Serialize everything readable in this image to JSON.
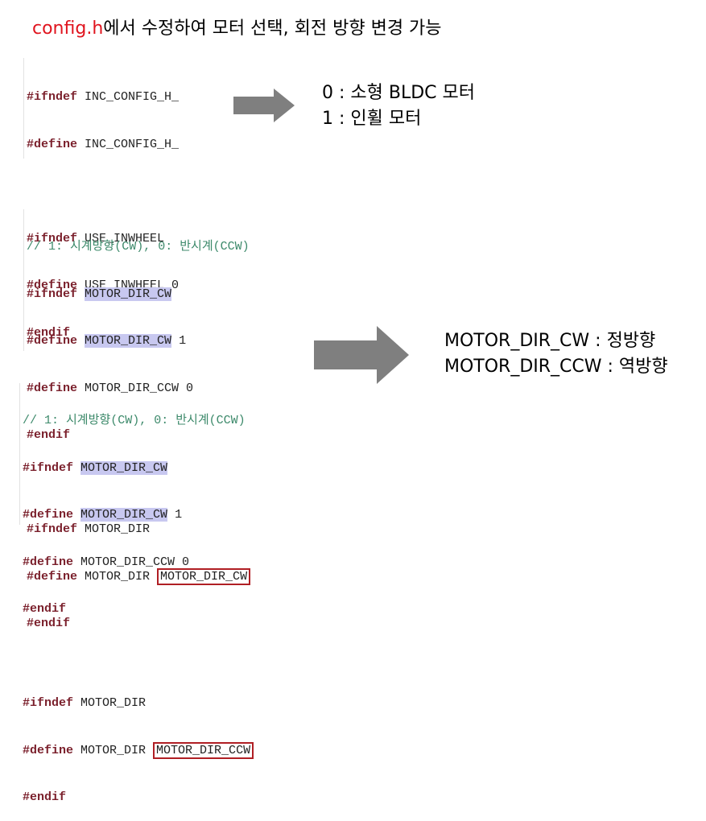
{
  "title": {
    "highlight": "config.h",
    "rest": "에서 수정하여 모터 선택, 회전 방향 변경 가능"
  },
  "block1": {
    "lines": [
      {
        "kw": "#ifndef",
        "text": " INC_CONFIG_H_"
      },
      {
        "kw": "#define",
        "text": " INC_CONFIG_H_"
      },
      {
        "kw": "",
        "text": ""
      },
      {
        "kw": "#ifndef",
        "text": " USE_INWHEEL"
      },
      {
        "kw": "#define",
        "text": " USE_INWHEEL 0"
      },
      {
        "kw": "#endif",
        "text": ""
      }
    ]
  },
  "note1": {
    "line1": "0 : 소형 BLDC 모터",
    "line2": "1 : 인휠 모터"
  },
  "block2": {
    "comment": "// 1: 시계방향(CW), 0: 반시계(CCW)",
    "l1_kw": "#ifndef",
    "l1_sel": "MOTOR_DIR_CW",
    "l2_kw": "#define",
    "l2_sel": "MOTOR_DIR_CW",
    "l2_val": " 1",
    "l3_kw": "#define",
    "l3_text": " MOTOR_DIR_CCW 0",
    "l4_kw": "#endif",
    "l5_kw": "#ifndef",
    "l5_text": " MOTOR_DIR",
    "l6_kw": "#define",
    "l6_text": " MOTOR_DIR ",
    "l6_box": "MOTOR_DIR_CW",
    "l7_kw": "#endif"
  },
  "block3": {
    "comment": "// 1: 시계방향(CW), 0: 반시계(CCW)",
    "l1_kw": "#ifndef",
    "l1_sel": "MOTOR_DIR_CW",
    "l2_kw": "#define",
    "l2_sel": "MOTOR_DIR_CW",
    "l2_val": " 1",
    "l3_kw": "#define",
    "l3_text": " MOTOR_DIR_CCW 0",
    "l4_kw": "#endif",
    "l5_kw": "#ifndef",
    "l5_text": " MOTOR_DIR",
    "l6_kw": "#define",
    "l6_text": " MOTOR_DIR ",
    "l6_box": "MOTOR_DIR_CCW",
    "l7_kw": "#endif"
  },
  "note2": {
    "line1": "MOTOR_DIR_CW : 정방향",
    "line2": "MOTOR_DIR_CCW : 역방향"
  },
  "colors": {
    "title_highlight": "#e0141e",
    "keyword": "#7a1f2b",
    "comment": "#3d8a6b",
    "selection": "#c8c8f0",
    "box": "#b01f24",
    "arrow": "#7f7f7f"
  },
  "icons": {
    "arrow1": "right-arrow-icon",
    "arrow2": "right-arrow-icon"
  }
}
